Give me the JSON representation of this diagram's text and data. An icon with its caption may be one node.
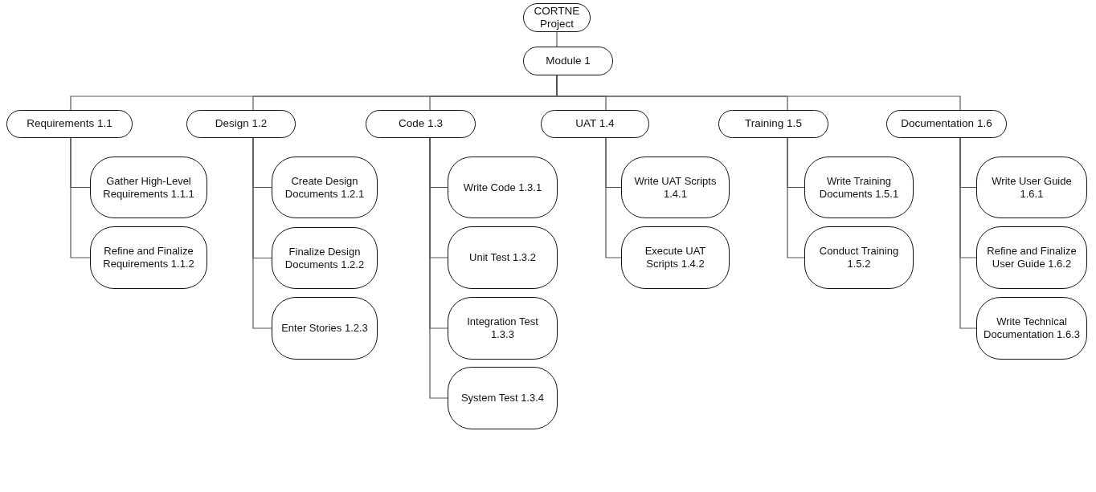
{
  "diagram": {
    "nodes": [
      {
        "text": [
          "CORTNE Project"
        ]
      },
      {
        "text": [
          "Module 1"
        ]
      },
      {
        "text": [
          "Requirements 1.1"
        ]
      },
      {
        "text": [
          "Gather High-Level Requirements 1.1.1"
        ]
      },
      {
        "text": [
          "Refine and Finalize Requirements 1.1.2"
        ]
      },
      {
        "text": [
          "Design 1.2"
        ]
      },
      {
        "text": [
          "Create Design Documents 1.2.1"
        ]
      },
      {
        "text": [
          "Finalize Design Documents 1.2.2"
        ]
      },
      {
        "text": [
          "Enter Stories 1.2.3"
        ]
      },
      {
        "text": [
          "Code 1.3"
        ]
      },
      {
        "text": [
          "Write Code 1.3.1"
        ]
      },
      {
        "text": [
          "Unit Test 1.3.2"
        ]
      },
      {
        "text": [
          "Integration Test 1.3.3"
        ]
      },
      {
        "text": [
          "System Test 1.3.4"
        ]
      },
      {
        "text": [
          "UAT 1.4"
        ]
      },
      {
        "text": [
          "Write UAT Scripts 1.4.1"
        ]
      },
      {
        "text": [
          "Execute UAT Scripts 1.4.2"
        ]
      },
      {
        "text": [
          "Training 1.5"
        ]
      },
      {
        "text": [
          "Write Training Documents 1.5.1"
        ]
      },
      {
        "text": [
          "Conduct Training 1.5.2"
        ]
      },
      {
        "text": [
          "Documentation 1.6"
        ]
      },
      {
        "text": [
          "Write User Guide 1.6.1"
        ]
      },
      {
        "text": [
          "Refine and Finalize User Guide 1.6.2"
        ]
      },
      {
        "text": [
          "Write Technical Documentation 1.6.3"
        ]
      }
    ],
    "edges": [
      {
        "from": 0,
        "to": 1,
        "arrow": "none"
      },
      {
        "from": 1,
        "to": 2,
        "arrow": "none"
      },
      {
        "from": 1,
        "to": 5,
        "arrow": "none"
      },
      {
        "from": 1,
        "to": 9,
        "arrow": "none"
      },
      {
        "from": 1,
        "to": 14,
        "arrow": "none"
      },
      {
        "from": 1,
        "to": 17,
        "arrow": "none"
      },
      {
        "from": 1,
        "to": 20,
        "arrow": "none"
      },
      {
        "from": 2,
        "to": 3,
        "arrow": "none"
      },
      {
        "from": 2,
        "to": 4,
        "arrow": "none"
      },
      {
        "from": 5,
        "to": 6,
        "arrow": "none"
      },
      {
        "from": 5,
        "to": 7,
        "arrow": "none"
      },
      {
        "from": 5,
        "to": 8,
        "arrow": "none"
      },
      {
        "from": 9,
        "to": 10,
        "arrow": "none"
      },
      {
        "from": 9,
        "to": 11,
        "arrow": "none"
      },
      {
        "from": 9,
        "to": 12,
        "arrow": "none"
      },
      {
        "from": 9,
        "to": 13,
        "arrow": "none"
      },
      {
        "from": 14,
        "to": 15,
        "arrow": "none"
      },
      {
        "from": 14,
        "to": 16,
        "arrow": "none"
      },
      {
        "from": 17,
        "to": 18,
        "arrow": "none"
      },
      {
        "from": 17,
        "to": 19,
        "arrow": "none"
      },
      {
        "from": 20,
        "to": 21,
        "arrow": "none"
      },
      {
        "from": 20,
        "to": 22,
        "arrow": "none"
      },
      {
        "from": 20,
        "to": 23,
        "arrow": "none"
      }
    ]
  }
}
